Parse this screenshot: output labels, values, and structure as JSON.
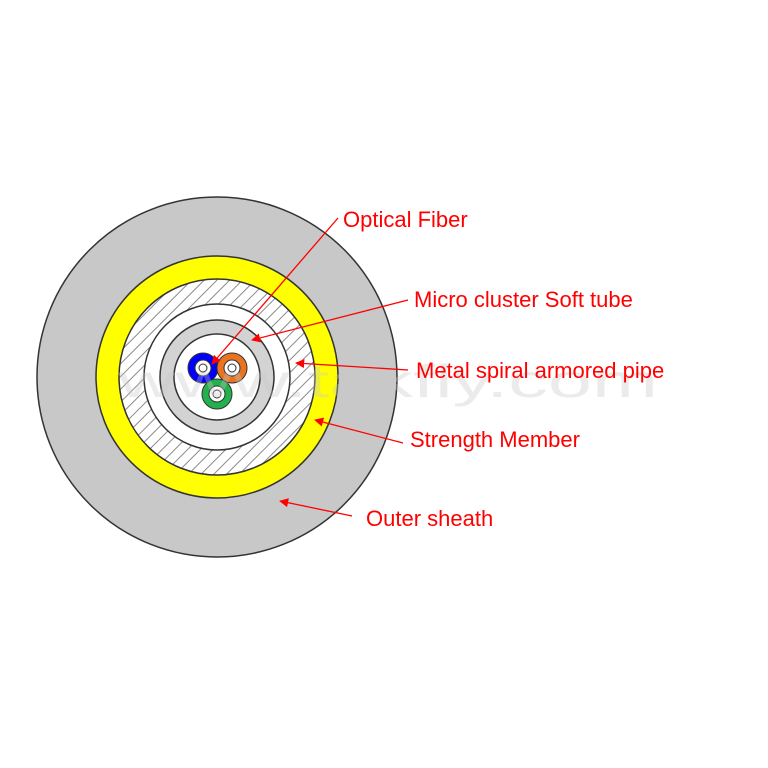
{
  "labels": {
    "optical_fiber": "Optical Fiber",
    "micro_cluster_soft_tube": "Micro cluster Soft tube",
    "metal_spiral_armored_pipe": "Metal spiral armored pipe",
    "strength_member": "Strength Member",
    "outer_sheath": "Outer sheath"
  },
  "watermark": "www.takfly.com",
  "colors": {
    "outer_sheath": "#c8c8c8",
    "strength_member": "#ffff00",
    "armor_stripe": "#808080",
    "soft_tube": "#d3d3d3",
    "fiber_blue": "#0000ff",
    "fiber_orange": "#e87422",
    "fiber_green": "#22b14c",
    "label_text": "#ff0000",
    "arrow": "#ff0000"
  },
  "fiber_colors": [
    "blue",
    "orange",
    "green"
  ]
}
